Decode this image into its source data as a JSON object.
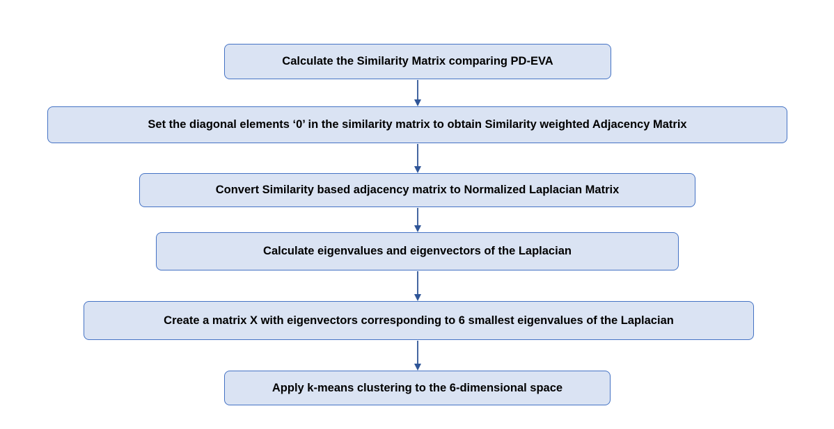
{
  "diagram": {
    "steps": [
      {
        "id": "s1",
        "label": "Calculate the Similarity Matrix comparing PD-EVA"
      },
      {
        "id": "s2",
        "label": "Set the diagonal elements ‘0’ in the similarity matrix to obtain Similarity weighted Adjacency Matrix"
      },
      {
        "id": "s3",
        "label": "Convert Similarity based adjacency matrix to Normalized Laplacian Matrix"
      },
      {
        "id": "s4",
        "label": "Calculate eigenvalues and eigenvectors of the Laplacian"
      },
      {
        "id": "s5",
        "label": "Create a matrix X with eigenvectors corresponding to 6 smallest eigenvalues of the Laplacian"
      },
      {
        "id": "s6",
        "label": "Apply k-means clustering to the 6-dimensional space"
      }
    ],
    "connections": [
      {
        "from": "s1",
        "to": "s2"
      },
      {
        "from": "s2",
        "to": "s3"
      },
      {
        "from": "s3",
        "to": "s4"
      },
      {
        "from": "s4",
        "to": "s5"
      },
      {
        "from": "s5",
        "to": "s6"
      }
    ],
    "colors": {
      "box_fill": "#dae3f3",
      "box_border": "#4472c4",
      "arrow": "#2f5597",
      "text": "#000000"
    }
  }
}
